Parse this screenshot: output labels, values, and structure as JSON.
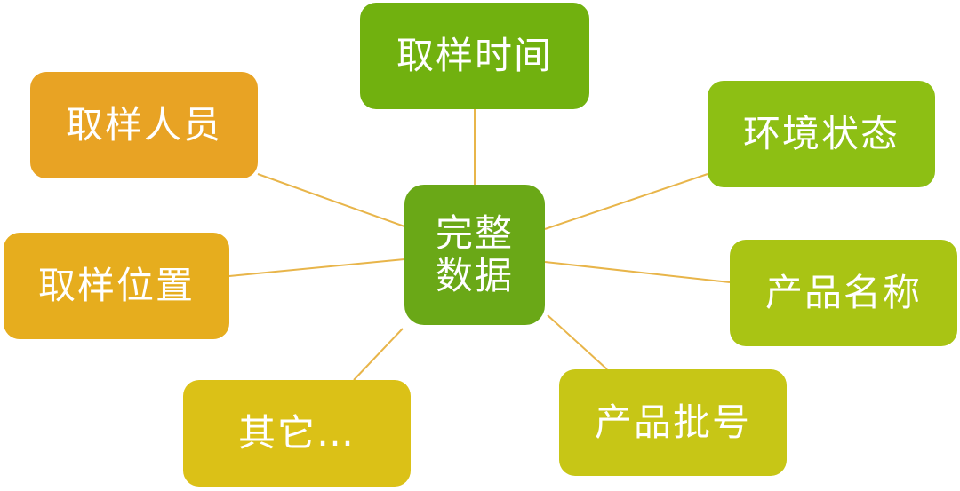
{
  "diagram": {
    "center": {
      "label": "完整数据",
      "color": "#6aa817"
    },
    "nodes": [
      {
        "id": "time",
        "label": "取样时间",
        "color": "#71b10f"
      },
      {
        "id": "person",
        "label": "取样人员",
        "color": "#e8a324"
      },
      {
        "id": "env",
        "label": "环境状态",
        "color": "#8dbf14"
      },
      {
        "id": "pos",
        "label": "取样位置",
        "color": "#e6ad1e"
      },
      {
        "id": "name",
        "label": "产品名称",
        "color": "#a9c414"
      },
      {
        "id": "other",
        "label": "其它…",
        "color": "#dbc117"
      },
      {
        "id": "batch",
        "label": "产品批号",
        "color": "#c7c616"
      }
    ],
    "connector_color": "#e8b54a"
  }
}
